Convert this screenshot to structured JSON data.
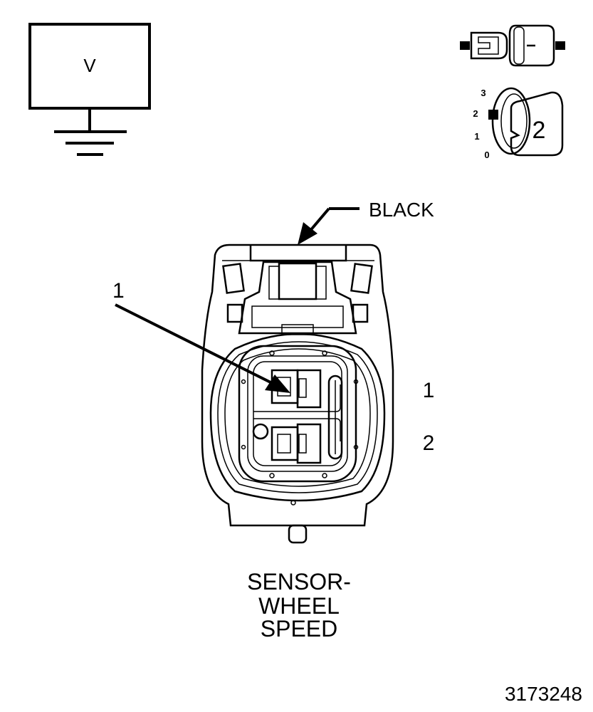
{
  "symbol": {
    "box_label": "V"
  },
  "terminal_view_icon": {
    "icon": "connector-terminal-view-icon"
  },
  "key_icon": {
    "icon": "ignition-key-position-icon",
    "positions": [
      "3",
      "2",
      "1",
      "0"
    ],
    "key_number": "2"
  },
  "connector": {
    "color_label": "BLACK",
    "cavity_callout": "1",
    "pin_numbers": [
      "1",
      "2"
    ],
    "component_name_lines": [
      "SENSOR-",
      "WHEEL",
      "SPEED"
    ]
  },
  "figure_id": "3173248"
}
